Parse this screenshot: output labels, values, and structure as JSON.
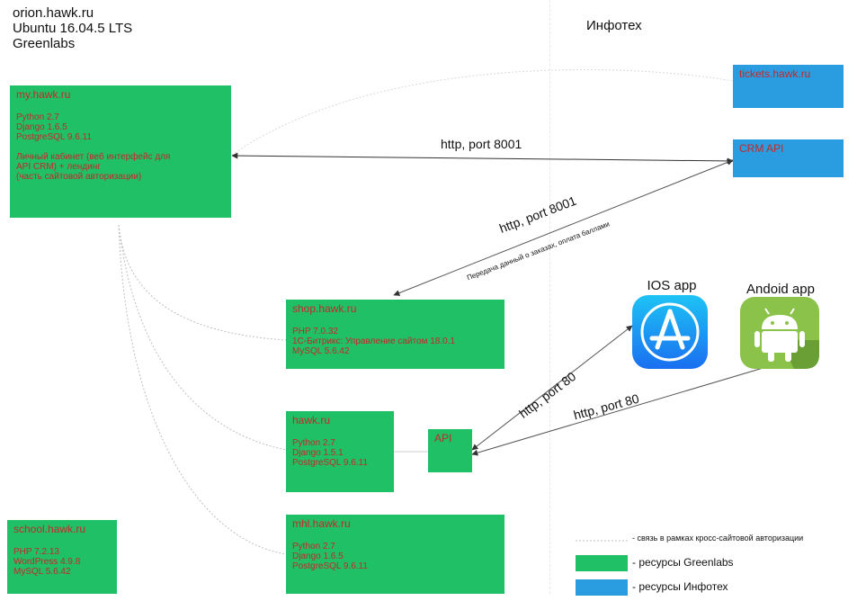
{
  "server": {
    "host": "orion.hawk.ru",
    "os": "Ubuntu 16.04.5 LTS",
    "org": "Greenlabs"
  },
  "infotech_title": "Инфотех",
  "boxes": {
    "my": {
      "title": "my.hawk.ru",
      "lines": [
        "Python 2.7",
        "Django 1.6.5",
        "PostgreSQL 9.6.11",
        "",
        "Личный кабинет (веб интерфейс для",
        "API CRM) + лендинг",
        "(часть сайтовой авторизации)"
      ]
    },
    "shop": {
      "title": "shop.hawk.ru",
      "lines": [
        "PHP 7.0.32",
        "1С-Битрикс: Управление сайтом 18.0.1",
        "MySQL 5.6.42"
      ]
    },
    "hawk": {
      "title": "hawk.ru",
      "lines": [
        "Python 2.7",
        "Django 1.5.1",
        "PostgreSQL 9.6.11"
      ]
    },
    "api": {
      "title": "API"
    },
    "mhl": {
      "title": "mhl.hawk.ru",
      "lines": [
        "Python 2.7",
        "Django 1.6.5",
        "PostgreSQL 9.6.11"
      ]
    },
    "school": {
      "title": "school.hawk.ru",
      "lines": [
        "PHP 7.2.13",
        "WordPress 4.9.8",
        "MySQL 5.6.42"
      ]
    },
    "tickets": {
      "title": "tickets.hawk.ru"
    },
    "crm": {
      "title": "CRM API"
    }
  },
  "apps": {
    "ios": {
      "label": "IOS app",
      "icon": "app-store-icon"
    },
    "android": {
      "label": "Andoid app",
      "icon": "android-icon"
    }
  },
  "connections": {
    "my_crm": "http, port 8001",
    "crm_shop": "http, port 8001",
    "crm_shop_note": "Передача данный о заказах, оплата баллами",
    "api_ios": "http, port 80",
    "api_android": "http, port 80"
  },
  "legend": {
    "cross_site": "- связь в рамках кросс-сайтовой авторизации",
    "greenlabs": "- ресурсы Greenlabs",
    "infotech": "- ресурсы Инфотех"
  },
  "colors": {
    "greenlabs": "#1fc066",
    "infotech": "#2a9de0"
  }
}
